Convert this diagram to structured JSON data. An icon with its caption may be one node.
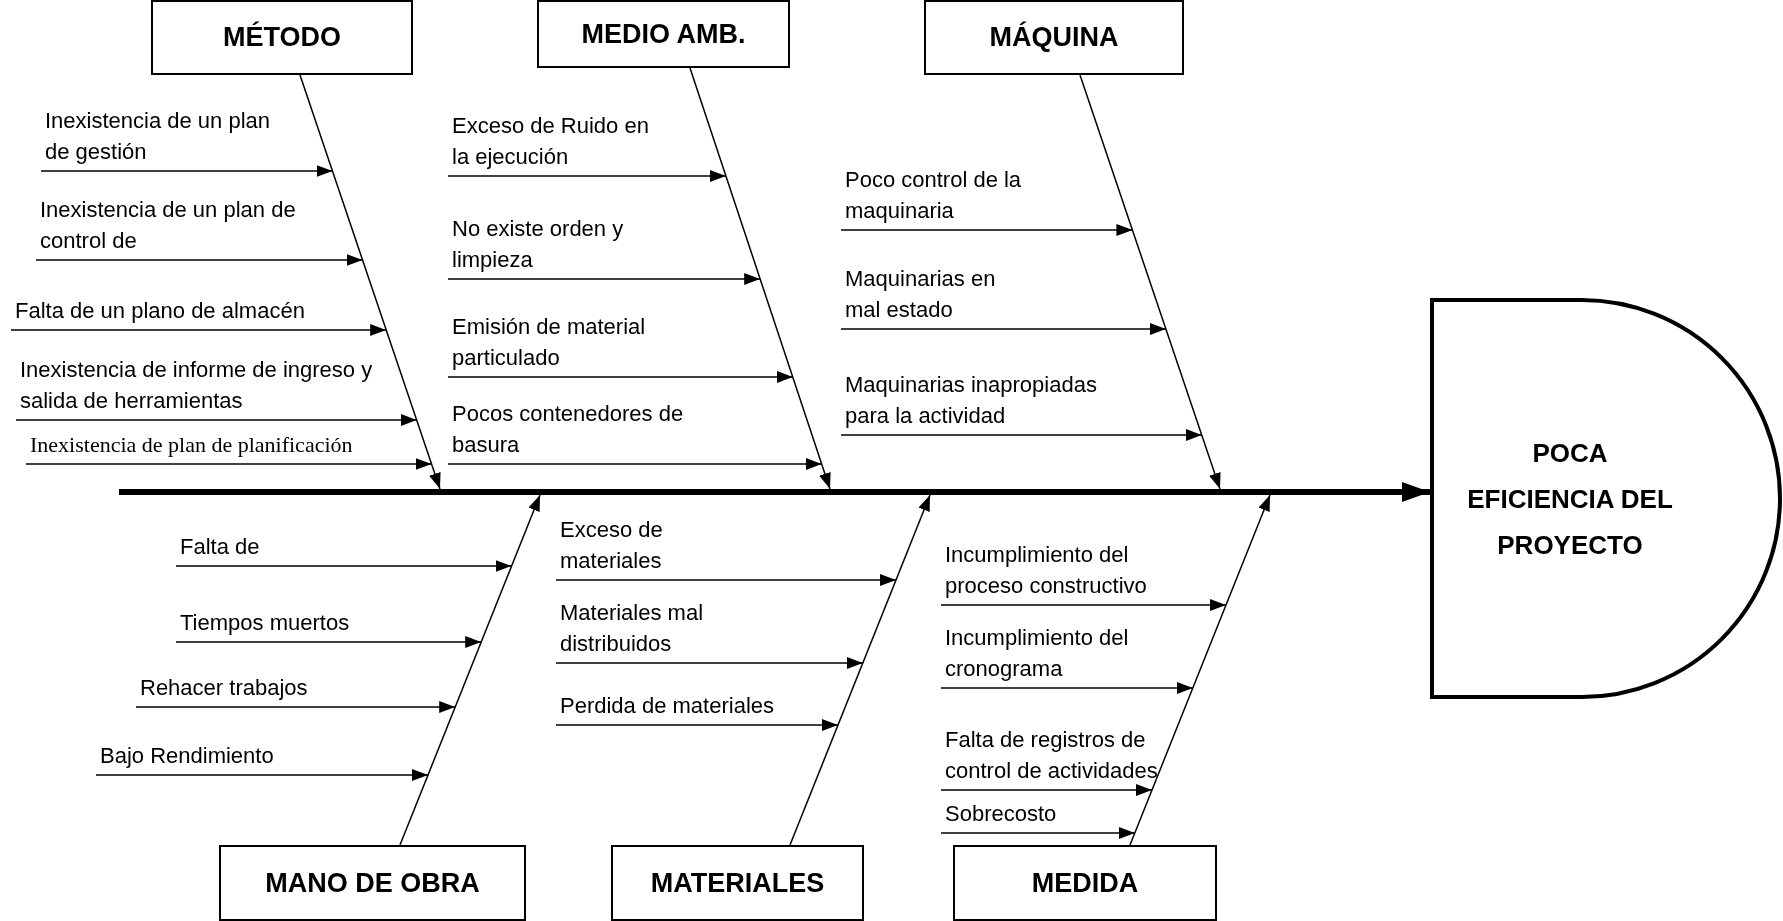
{
  "diagram": {
    "nodes": [
      {
        "text": [
          "MÉTODO"
        ]
      },
      {
        "text": [
          "MEDIO AMB."
        ]
      },
      {
        "text": [
          "MÁQUINA"
        ]
      },
      {
        "text": [
          "Inexistencia de un plan de gestión"
        ]
      },
      {
        "text": [
          "Inexistencia de un plan de control de"
        ]
      },
      {
        "text": [
          "Falta de un plano de almacén"
        ]
      },
      {
        "text": [
          "Inexistencia de informe de ingreso y salida de herramientas"
        ]
      },
      {
        "text": [
          "Inexistencia de plan de planificación"
        ]
      },
      {
        "text": [
          "Exceso de Ruido en la ejecución"
        ]
      },
      {
        "text": [
          "No existe orden y limpieza"
        ]
      },
      {
        "text": [
          "Emisión de material particulado"
        ]
      },
      {
        "text": [
          "Pocos contenedores de basura"
        ]
      },
      {
        "text": [
          "Poco control de la maquinaria"
        ]
      },
      {
        "text": [
          "Maquinarias en mal estado"
        ]
      },
      {
        "text": [
          "Maquinarias inapropiadas para la actividad"
        ]
      },
      {
        "text": [
          "POCA EFICIENCIA DEL PROYECTO"
        ]
      },
      {
        "text": [
          "Falta de"
        ]
      },
      {
        "text": [
          "Tiempos muertos"
        ]
      },
      {
        "text": [
          "Rehacer trabajos"
        ]
      },
      {
        "text": [
          "Bajo Rendimiento"
        ]
      },
      {
        "text": [
          "Exceso de materiales"
        ]
      },
      {
        "text": [
          "Materiales mal distribuidos"
        ]
      },
      {
        "text": [
          "Perdida de materiales"
        ]
      },
      {
        "text": [
          "Incumplimiento del proceso constructivo"
        ]
      },
      {
        "text": [
          "Incumplimiento del cronograma"
        ]
      },
      {
        "text": [
          "Falta de registros de control de actividades"
        ]
      },
      {
        "text": [
          "Sobrecosto"
        ]
      },
      {
        "text": [
          "MANO DE OBRA"
        ]
      },
      {
        "text": [
          "MATERIALES"
        ]
      },
      {
        "text": [
          "MEDIDA"
        ]
      },
      {
        "text": [],
        "shape": "line"
      },
      {
        "text": [],
        "shape": "line"
      },
      {
        "text": [],
        "shape": "line"
      },
      {
        "text": [],
        "shape": "line"
      },
      {
        "text": [],
        "shape": "line"
      },
      {
        "text": [],
        "shape": "line"
      },
      {
        "text": [],
        "shape": "line"
      }
    ],
    "edges": [
      {
        "from": 3,
        "to": 30,
        "arrow": "to"
      },
      {
        "from": 4,
        "to": 30,
        "arrow": "to"
      },
      {
        "from": 5,
        "to": 30,
        "arrow": "to"
      },
      {
        "from": 6,
        "to": 30,
        "arrow": "to"
      },
      {
        "from": 7,
        "to": 30,
        "arrow": "to"
      },
      {
        "from": 8,
        "to": 31,
        "arrow": "to"
      },
      {
        "from": 9,
        "to": 31,
        "arrow": "to"
      },
      {
        "from": 10,
        "to": 31,
        "arrow": "to"
      },
      {
        "from": 11,
        "to": 31,
        "arrow": "to"
      },
      {
        "from": 12,
        "to": 32,
        "arrow": "to"
      },
      {
        "from": 13,
        "to": 32,
        "arrow": "to"
      },
      {
        "from": 14,
        "to": 32,
        "arrow": "to"
      },
      {
        "from": 16,
        "to": 33,
        "arrow": "to"
      },
      {
        "from": 17,
        "to": 33,
        "arrow": "to"
      },
      {
        "from": 18,
        "to": 33,
        "arrow": "to"
      },
      {
        "from": 19,
        "to": 33,
        "arrow": "to"
      },
      {
        "from": 20,
        "to": 34,
        "arrow": "to"
      },
      {
        "from": 21,
        "to": 34,
        "arrow": "to"
      },
      {
        "from": 22,
        "to": 34,
        "arrow": "to"
      },
      {
        "from": 23,
        "to": 35,
        "arrow": "to"
      },
      {
        "from": 24,
        "to": 35,
        "arrow": "to"
      },
      {
        "from": 25,
        "to": 35,
        "arrow": "to"
      },
      {
        "from": 26,
        "to": 35,
        "arrow": "to"
      },
      {
        "from": 30,
        "to": 36,
        "arrow": "to"
      },
      {
        "from": 31,
        "to": 36,
        "arrow": "to"
      },
      {
        "from": 32,
        "to": 36,
        "arrow": "to"
      },
      {
        "from": 33,
        "to": 36,
        "arrow": "to"
      },
      {
        "from": 34,
        "to": 36,
        "arrow": "to"
      },
      {
        "from": 35,
        "to": 36,
        "arrow": "to"
      },
      {
        "from": 36,
        "to": 15,
        "arrow": "to",
        "style": "thick"
      }
    ]
  }
}
